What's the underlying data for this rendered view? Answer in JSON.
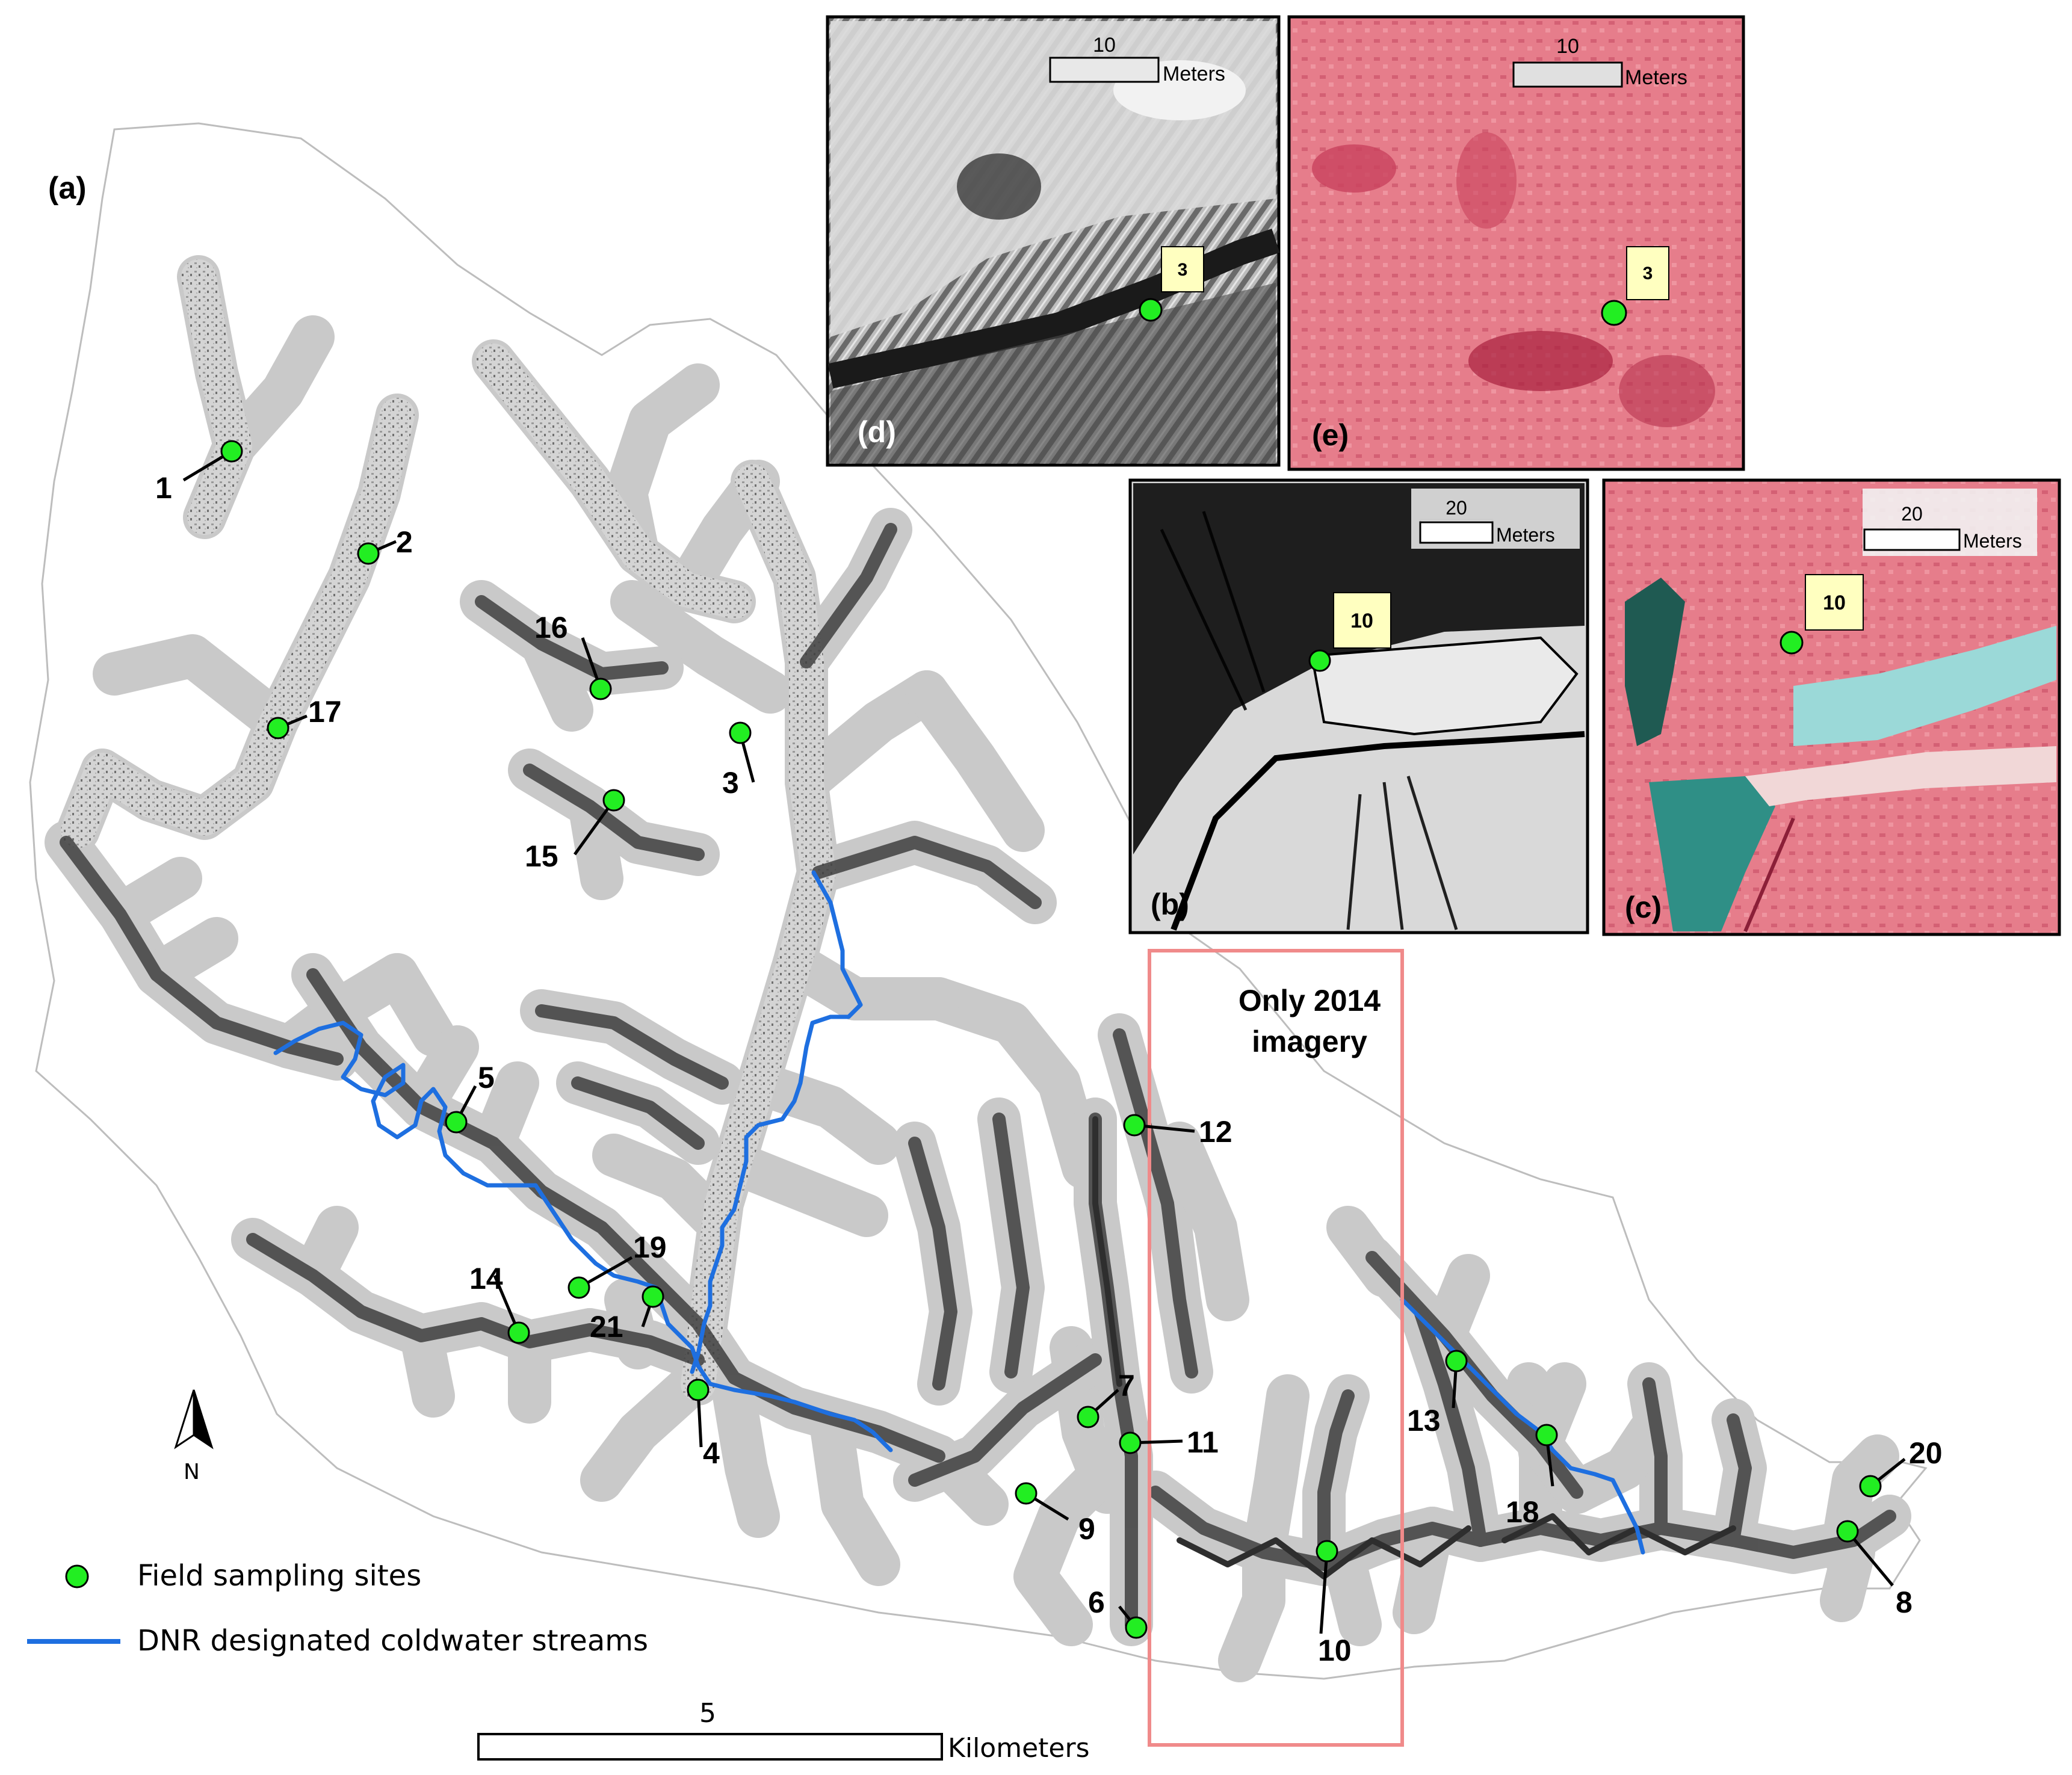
{
  "panel_a": {
    "label": "(a)",
    "north_arrow_label": "N",
    "region_box_label_line1": "Only 2014",
    "region_box_label_line2": "imagery",
    "scale_bar": {
      "value": "5",
      "unit": "Kilometers"
    },
    "legend": {
      "sites_label": "Field sampling sites",
      "streams_label": "DNR designated coldwater streams"
    },
    "site_labels": [
      "1",
      "2",
      "3",
      "4",
      "5",
      "6",
      "7",
      "8",
      "9",
      "10",
      "11",
      "12",
      "13",
      "14",
      "15",
      "16",
      "17",
      "18",
      "19",
      "20",
      "21"
    ]
  },
  "insets": {
    "d": {
      "label": "(d)",
      "scale_value": "10",
      "scale_unit": "Meters",
      "site_label": "3"
    },
    "e": {
      "label": "(e)",
      "scale_value": "10",
      "scale_unit": "Meters",
      "site_label": "3"
    },
    "b": {
      "label": "(b)",
      "scale_value": "20",
      "scale_unit": "Meters",
      "site_label": "10"
    },
    "c": {
      "label": "(c)",
      "scale_value": "20",
      "scale_unit": "Meters",
      "site_label": "10"
    }
  },
  "colors": {
    "site_fill": "#22ee22",
    "stream": "#1e6fe0",
    "region_box": "#f08a8a",
    "watershed_outline": "#bdbdbd",
    "valley_fill": "#cfcfcf",
    "valley_dark": "#4a4a4a",
    "inset_callout_bg": "#ffffc0",
    "cir_background": "#e97b8a"
  }
}
